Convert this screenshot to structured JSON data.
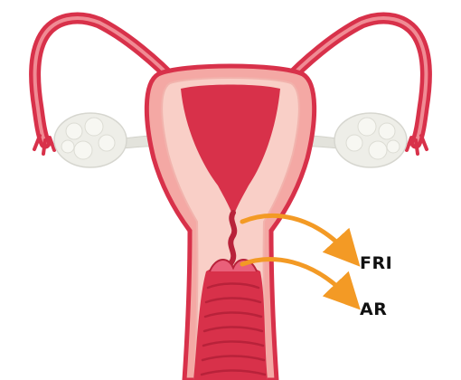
{
  "diagram": {
    "labels": {
      "upper": "FRI",
      "lower": "AR"
    },
    "colors": {
      "arrow": "#f39a25",
      "tissue_red": "#d8314a",
      "tissue_dark": "#b8223a",
      "tissue_pink": "#f4a8a4",
      "tissue_light": "#f9cfc7",
      "ovary": "#eeeee8",
      "ligament": "#e3e3dc"
    },
    "icons": [
      "uterus-illustration",
      "ovary-icon",
      "fallopian-tube-icon",
      "arrow-icon"
    ]
  }
}
